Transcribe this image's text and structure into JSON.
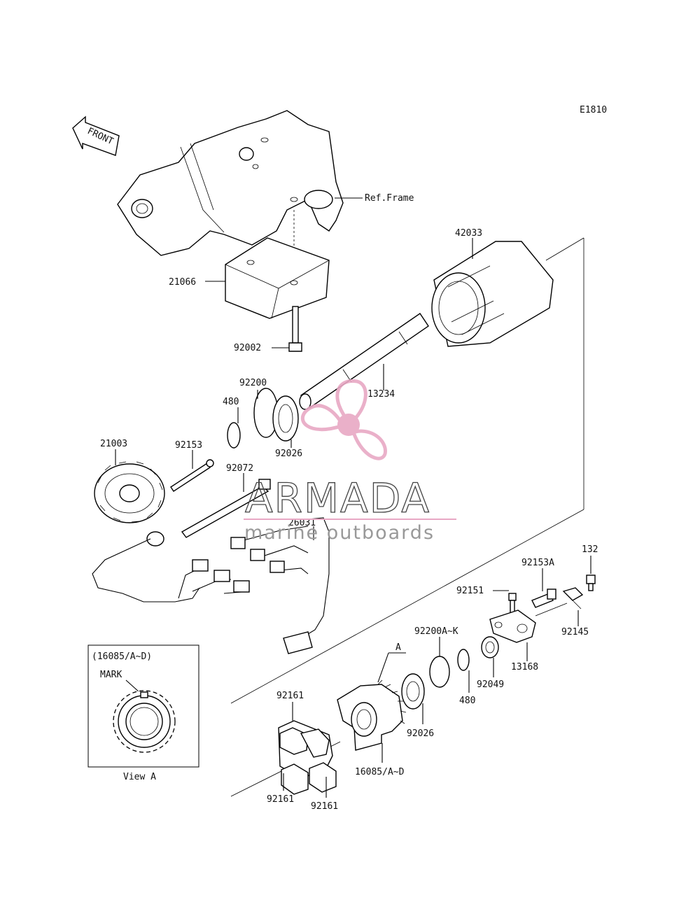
{
  "diagram_code": "E1810",
  "front_label": "FRONT",
  "ref_frame_label": "Ref.Frame",
  "parts": {
    "p42033": "42033",
    "p21066": "21066",
    "p92002": "92002",
    "p92200": "92200",
    "p480_top": "480",
    "p13234": "13234",
    "p92026_top": "92026",
    "p21003": "21003",
    "p92153": "92153",
    "p92072": "92072",
    "p26031": "26031",
    "p132": "132",
    "p92153A": "92153A",
    "p92151": "92151",
    "p92145": "92145",
    "p92200AK": "92200A~K",
    "p13168": "13168",
    "p92049": "92049",
    "p480_bottom": "480",
    "p92026_bottom": "92026",
    "p92161_top": "92161",
    "p92161_left": "92161",
    "p92161_right": "92161",
    "p16085AD": "16085/A~D",
    "callout_a": "A"
  },
  "view_a": {
    "header": "(16085/A~D)",
    "mark": "MARK",
    "caption": "View A"
  },
  "watermark": {
    "brand": "ARMADA",
    "tagline": "marine outboards",
    "logo_color": "#e8a8c4"
  }
}
